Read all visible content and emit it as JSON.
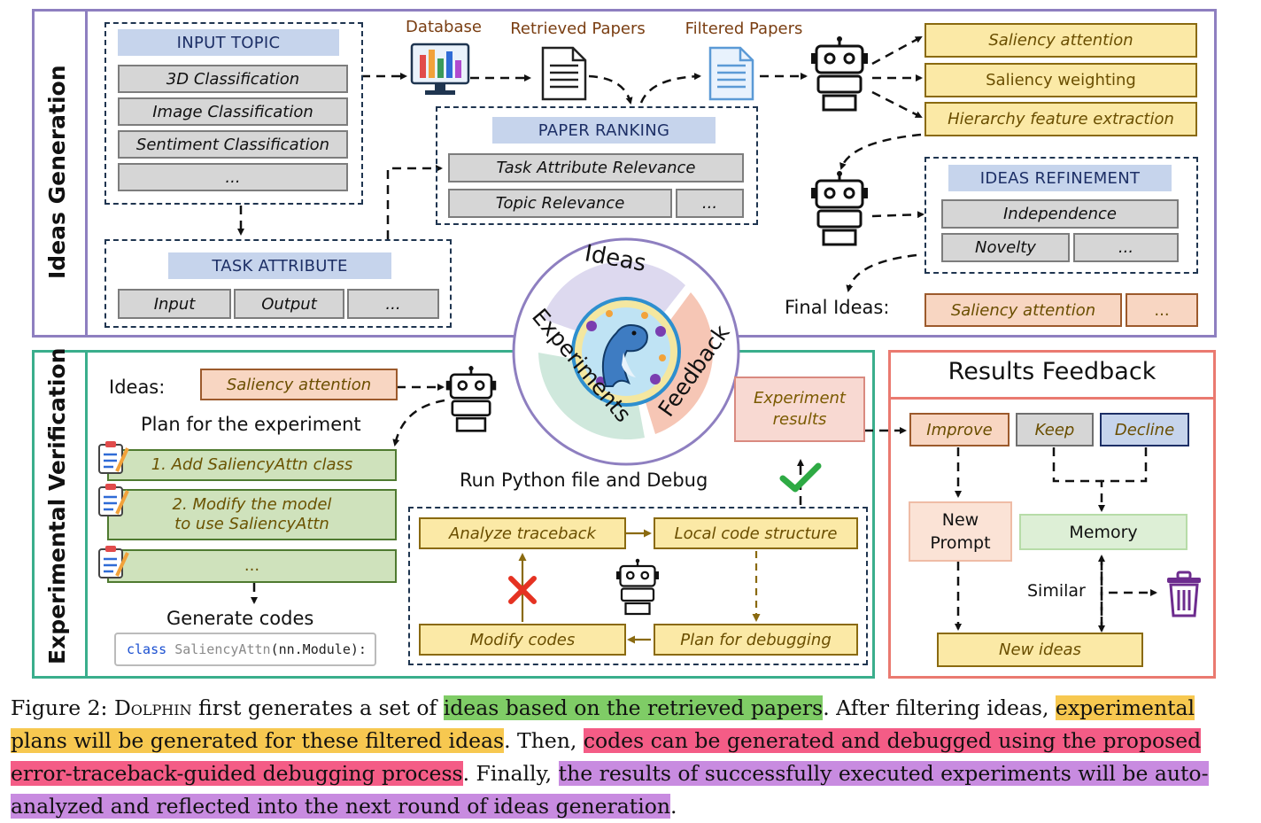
{
  "sections": {
    "ideas_generation": "Ideas Generation",
    "experimental_verification": "Experimental Verification"
  },
  "input_topic": {
    "label": "INPUT TOPIC",
    "items": [
      "3D Classification",
      "Image Classification",
      "Sentiment Classification",
      "..."
    ]
  },
  "task_attribute": {
    "label": "TASK ATTRIBUTE",
    "items": [
      "Input",
      "Output",
      "..."
    ]
  },
  "pipeline_headers": {
    "database": "Database",
    "retrieved": "Retrieved Papers",
    "filtered": "Filtered Papers"
  },
  "paper_ranking": {
    "label": "PAPER RANKING",
    "task_attr": "Task Attribute Relevance",
    "topic": "Topic Relevance",
    "more": "..."
  },
  "generated_ideas": [
    "Saliency attention",
    "Saliency weighting",
    "Hierarchy feature extraction"
  ],
  "ideas_refinement": {
    "label": "IDEAS REFINEMENT",
    "independence": "Independence",
    "novelty": "Novelty",
    "more": "..."
  },
  "final_ideas": {
    "label": "Final Ideas:",
    "value": "Saliency attention",
    "more": "..."
  },
  "circle": {
    "ideas": "Ideas",
    "experiments": "Experiments",
    "feedback": "Feedback"
  },
  "experiment": {
    "ideas_label": "Ideas:",
    "ideas_value": "Saliency attention",
    "plan_title": "Plan for the experiment",
    "plan_steps": [
      "1. Add SaliencyAttn class",
      "2. Modify the model to use SaliencyAttn",
      "..."
    ],
    "generate_codes": "Generate codes",
    "code_keyword": "class",
    "code_name": "SaliencyAttn",
    "code_rest": "(nn.Module):",
    "run_title": "Run Python file and Debug",
    "analyze": "Analyze traceback",
    "local_code": "Local code structure",
    "modify": "Modify codes",
    "plan_debug": "Plan for debugging",
    "results": "Experiment results"
  },
  "results_feedback": {
    "title": "Results Feedback",
    "improve": "Improve",
    "keep": "Keep",
    "decline": "Decline",
    "new_prompt": "New Prompt",
    "memory": "Memory",
    "similar": "Similar",
    "new_ideas": "New ideas"
  },
  "caption": {
    "prefix": "Figure 2: ",
    "name": "Dolphin",
    "t1": " first generates a set of ",
    "h1": "ideas based on the retrieved papers",
    "t2": ". After filtering ideas, ",
    "h2a": "experimental",
    "h2b": "plans will be generated for these filtered ideas",
    "t3": ". Then, ",
    "h3a": "codes can be generated and debugged using the proposed",
    "h3b": "error-traceback-guided debugging process",
    "t4": ". Finally, ",
    "h4a": "the results of successfully executed experiments will be auto-",
    "h4b": "analyzed and reflected into the next round of ideas generation",
    "t5": "."
  }
}
